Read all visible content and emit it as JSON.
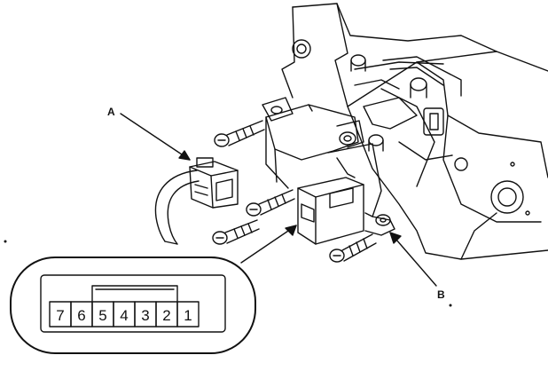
{
  "callouts": {
    "a": "A",
    "b": "B"
  },
  "connector_pins": [
    "7",
    "6",
    "5",
    "4",
    "3",
    "2",
    "1"
  ],
  "colors": {
    "line": "#111111",
    "background": "#ffffff"
  }
}
